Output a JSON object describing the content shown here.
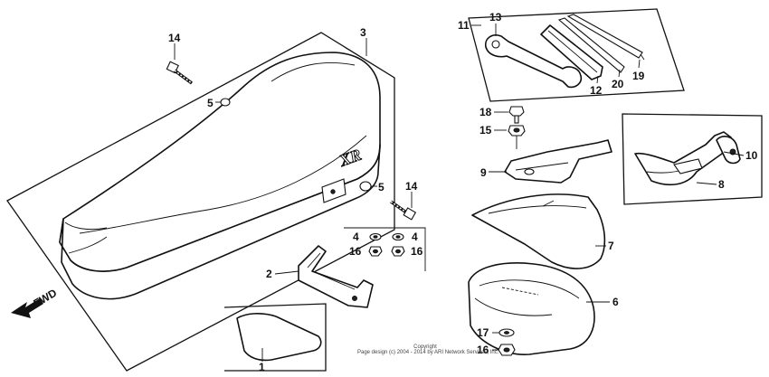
{
  "callouts": {
    "c1": "1",
    "c2": "2",
    "c3": "3",
    "c4a": "4",
    "c4b": "4",
    "c5a": "5",
    "c5b": "5",
    "c6": "6",
    "c7": "7",
    "c8": "8",
    "c9": "9",
    "c10": "10",
    "c11": "11",
    "c12": "12",
    "c13": "13",
    "c14a": "14",
    "c14b": "14",
    "c15": "15",
    "c16a": "16",
    "c16b": "16",
    "c16c": "16",
    "c17": "17",
    "c18": "18",
    "c19": "19",
    "c20": "20"
  },
  "seat_logo": "XR",
  "direction_label": "FWD",
  "copyright": {
    "line1": "Copyright",
    "line2": "Page design (c) 2004 - 2014 by ARI Network Services, Inc."
  }
}
